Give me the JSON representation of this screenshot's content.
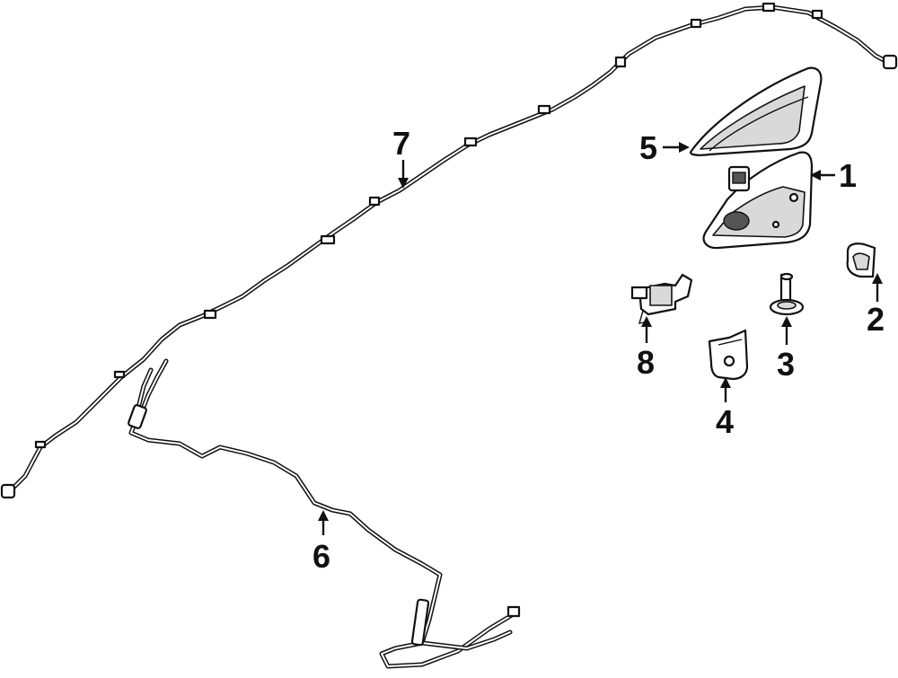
{
  "diagram": {
    "background": "#ffffff",
    "line_color": "#111111",
    "callouts": [
      {
        "id": "1",
        "label": "1"
      },
      {
        "id": "2",
        "label": "2"
      },
      {
        "id": "3",
        "label": "3"
      },
      {
        "id": "4",
        "label": "4"
      },
      {
        "id": "5",
        "label": "5"
      },
      {
        "id": "6",
        "label": "6"
      },
      {
        "id": "7",
        "label": "7"
      },
      {
        "id": "8",
        "label": "8"
      }
    ]
  }
}
